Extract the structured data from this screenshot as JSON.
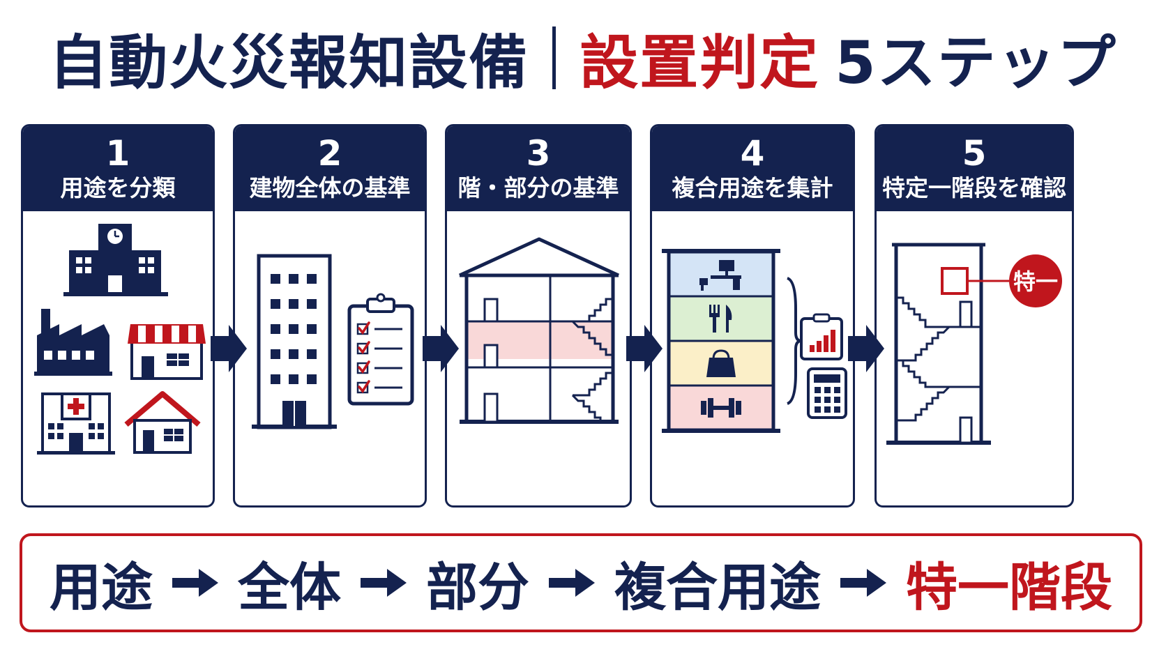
{
  "title": {
    "part1": "自動火災報知設備",
    "part2": "設置判定",
    "part3": "5ステップ"
  },
  "steps": [
    {
      "num": "1",
      "label": "用途を分類"
    },
    {
      "num": "2",
      "label": "建物全体の基準"
    },
    {
      "num": "3",
      "label": "階・部分の基準"
    },
    {
      "num": "4",
      "label": "複合用途を集計"
    },
    {
      "num": "5",
      "label": "特定一階段を確認"
    }
  ],
  "step5_badge": "特一",
  "summary": [
    "用途",
    "全体",
    "部分",
    "複合用途",
    "特一階段"
  ],
  "colors": {
    "navy": "#14224f",
    "red": "#c0161d",
    "blue_floor": "#d4e4f6",
    "green_floor": "#dcefd2",
    "yellow_floor": "#fbefc8",
    "pink_floor": "#f9d8d8"
  },
  "icons": {
    "step1": [
      "school-icon",
      "factory-icon",
      "shop-icon",
      "hospital-icon",
      "house-icon"
    ],
    "step2": [
      "office-building-icon",
      "checklist-icon"
    ],
    "step3": [
      "house-cross-section-icon",
      "stairs-icon"
    ],
    "step4": [
      "office-desk-icon",
      "fork-knife-icon",
      "shopping-bag-icon",
      "dumbbell-icon",
      "chart-clipboard-icon",
      "calculator-icon"
    ],
    "step5": [
      "stair-building-icon",
      "door-icon"
    ]
  }
}
